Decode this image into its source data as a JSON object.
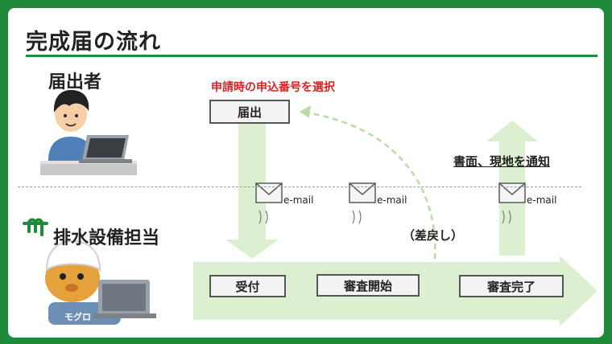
{
  "title": "完成届の流れ",
  "lanes": {
    "applicant": "届出者",
    "drainage": "排水設備担当"
  },
  "mascot_shirt_text": "モグロ",
  "notes": {
    "select_number": "申請時の申込番号を選択",
    "notify": "書面、現地を通知",
    "return": "（差戻し）"
  },
  "steps": {
    "submit": "届出",
    "receive": "受付",
    "review_start": "審査開始",
    "review_done": "審査完了"
  },
  "email_label": "e-mail",
  "colors": {
    "accent_green": "#1f8a3a",
    "arrow_fill": "#dcefd0",
    "note_red": "#e02020"
  }
}
